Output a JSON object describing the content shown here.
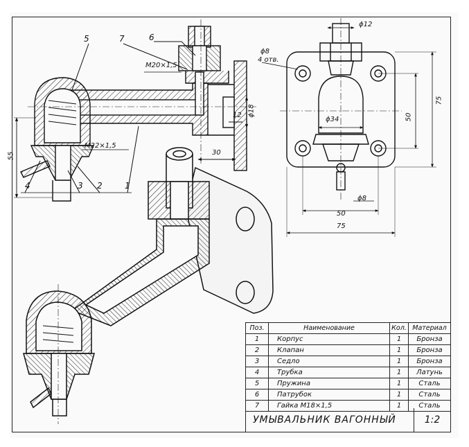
{
  "title": "УМЫВАЛЬНИК ВАГОННЫЙ",
  "scale": "1:2",
  "parts_table": {
    "headers": [
      "Поз.",
      "Наименование",
      "Кол.",
      "Материал"
    ],
    "rows": [
      {
        "pos": "1",
        "name": "Корпус",
        "qty": "1",
        "material": "Бронза"
      },
      {
        "pos": "2",
        "name": "Клапан",
        "qty": "1",
        "material": "Бронза"
      },
      {
        "pos": "3",
        "name": "Седло",
        "qty": "1",
        "material": "Бронза"
      },
      {
        "pos": "4",
        "name": "Трубка",
        "qty": "1",
        "material": "Латунь"
      },
      {
        "pos": "5",
        "name": "Пружина",
        "qty": "1",
        "material": "Сталь"
      },
      {
        "pos": "6",
        "name": "Патрубок",
        "qty": "1",
        "material": "Сталь"
      },
      {
        "pos": "7",
        "name": "Гайка  М18×1,5",
        "qty": "1",
        "material": "Сталь"
      }
    ]
  },
  "section_view": {
    "callouts": [
      "5",
      "7",
      "6",
      "1",
      "2",
      "3",
      "4"
    ],
    "dims": {
      "thread_top": "M20×1,5",
      "thread_bottom": "M22×1,5",
      "height": "55",
      "offset": "30",
      "boss_depth": "12",
      "boss_dia": "ϕ18"
    }
  },
  "side_view": {
    "dims": {
      "top_dia": "ϕ12",
      "hole_dia": "ϕ8",
      "hole_count": "4 отв.",
      "body_dia": "ϕ34",
      "bottom_dia": "ϕ8",
      "height_outer": "75",
      "height_inner": "50",
      "width_inner": "50",
      "width_outer": "75"
    }
  }
}
